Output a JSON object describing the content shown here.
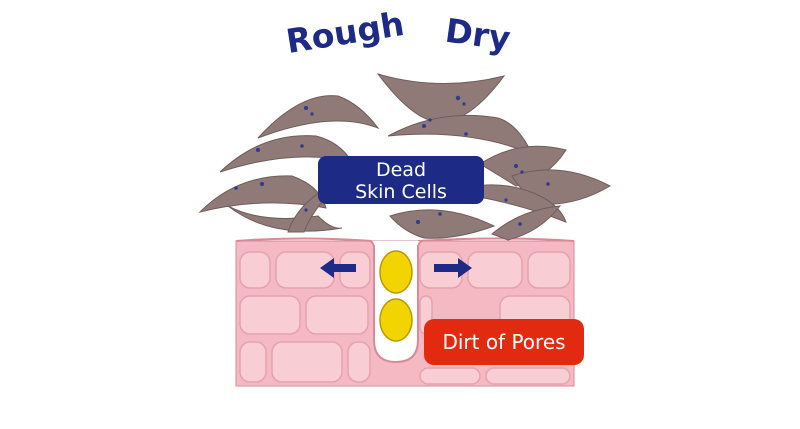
{
  "labels": {
    "rough": "Rough",
    "dry": "Dry",
    "dead_skin_line1": "Dead",
    "dead_skin_line2": "Skin Cells",
    "dirt_of_pores": "Dirt of Pores"
  },
  "colors": {
    "navy": "#1d2a86",
    "skin_fill": "#f4b9c3",
    "skin_cell": "#f7c8d0",
    "skin_line": "#d98a98",
    "flake": "#8f7a78",
    "flake_edge": "#6f5d5b",
    "dirt": "#f2d400",
    "dirt_edge": "#b89a00",
    "red_badge": "#e22a10"
  },
  "icons": [
    "arrow-left-icon",
    "arrow-right-icon"
  ]
}
